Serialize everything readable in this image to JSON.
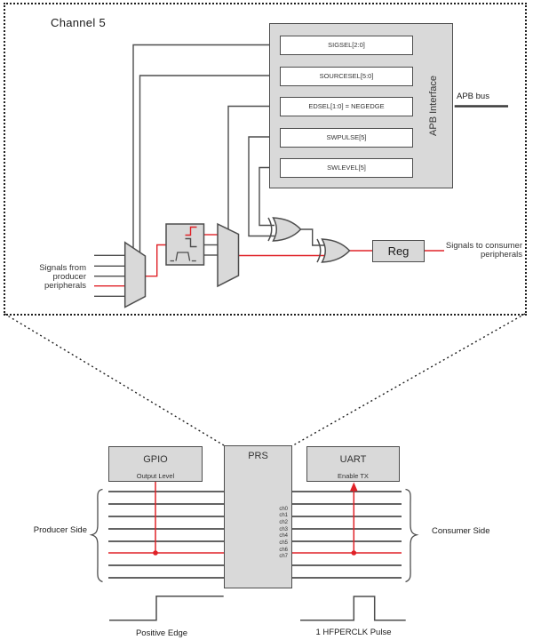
{
  "colors": {
    "signal_red": "#e02228",
    "line_gray": "#4d4d4d",
    "block_fill": "#d9d9d9",
    "text": "#1a1a1a"
  },
  "top": {
    "title": "Channel 5",
    "producer_label": "Signals from  producer\nperipherals",
    "consumer_label": "Signals to  consumer\nperipherals",
    "apb": {
      "interface_label": "APB Interface",
      "bus_label": "APB bus",
      "registers": [
        "SIGSEL[2:0]",
        "SOURCESEL[5:0]",
        "EDSEL[1:0] = NEGEDGE",
        "SWPULSE[5]",
        "SWLEVEL[5]"
      ]
    },
    "reg_label": "Reg"
  },
  "bottom": {
    "producer_side": "Producer Side",
    "consumer_side": "Consumer Side",
    "gpio": {
      "title": "GPIO",
      "signal": "Output Level"
    },
    "prs": {
      "title": "PRS",
      "channels": [
        "ch0",
        "ch1",
        "ch2",
        "ch3",
        "ch4",
        "ch5",
        "ch6",
        "ch7"
      ]
    },
    "uart": {
      "title": "UART",
      "signal": "Enable TX"
    },
    "wave_left_label": "Positive Edge",
    "wave_right_label": "1 HFPERCLK Pulse"
  }
}
